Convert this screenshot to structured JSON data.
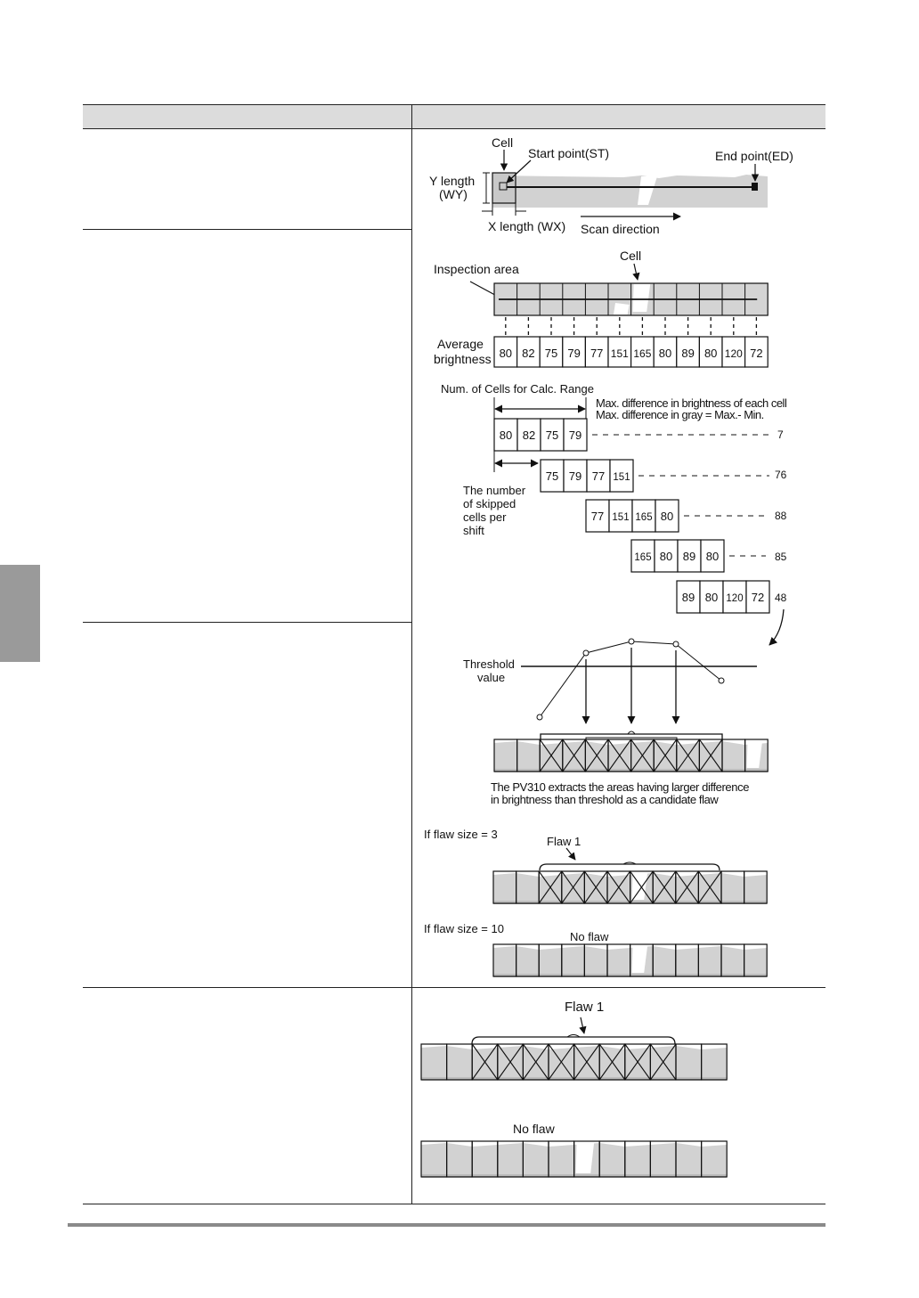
{
  "fig1": {
    "cell": "Cell",
    "start_point": "Start point(ST)",
    "end_point": "End point(ED)",
    "y_length_1": "Y length",
    "y_length_2": "(WY)",
    "x_length": "X length (WX)",
    "scan_direction": "Scan direction"
  },
  "fig2": {
    "inspection_area": "Inspection area",
    "cell": "Cell",
    "avg_1": "Average",
    "avg_2": "brightness",
    "values": [
      "80",
      "82",
      "75",
      "79",
      "77",
      "151",
      "165",
      "80",
      "89",
      "80",
      "120",
      "72"
    ]
  },
  "fig3": {
    "num_cells": "Num. of Cells for Calc. Range",
    "max_diff_1": "Max. difference in brightness of each cell",
    "max_diff_2": "Max. difference in gray = Max.- Min.",
    "skip_1": "The number",
    "skip_2": "of skipped",
    "skip_3": "cells per",
    "skip_4": "shift",
    "rows": [
      {
        "values": [
          "80",
          "82",
          "75",
          "79"
        ],
        "result": "7"
      },
      {
        "values": [
          "75",
          "79",
          "77",
          "151"
        ],
        "result": "76"
      },
      {
        "values": [
          "77",
          "151",
          "165",
          "80"
        ],
        "result": "88"
      },
      {
        "values": [
          "165",
          "80",
          "89",
          "80"
        ],
        "result": "85"
      },
      {
        "values": [
          "89",
          "80",
          "120",
          "72"
        ],
        "result": "48"
      }
    ]
  },
  "fig4": {
    "threshold_1": "Threshold",
    "threshold_2": "value",
    "caption_1": "The PV310 extracts the areas having  larger difference",
    "caption_2": "in brightness  than threshold as a candidate flaw",
    "flaw3": "If flaw size = 3",
    "flaw_1": "Flaw 1",
    "flaw10": "If flaw size = 10",
    "no_flaw": "No flaw"
  },
  "fig5": {
    "flaw_1": "Flaw 1",
    "no_flaw": "No flaw"
  }
}
